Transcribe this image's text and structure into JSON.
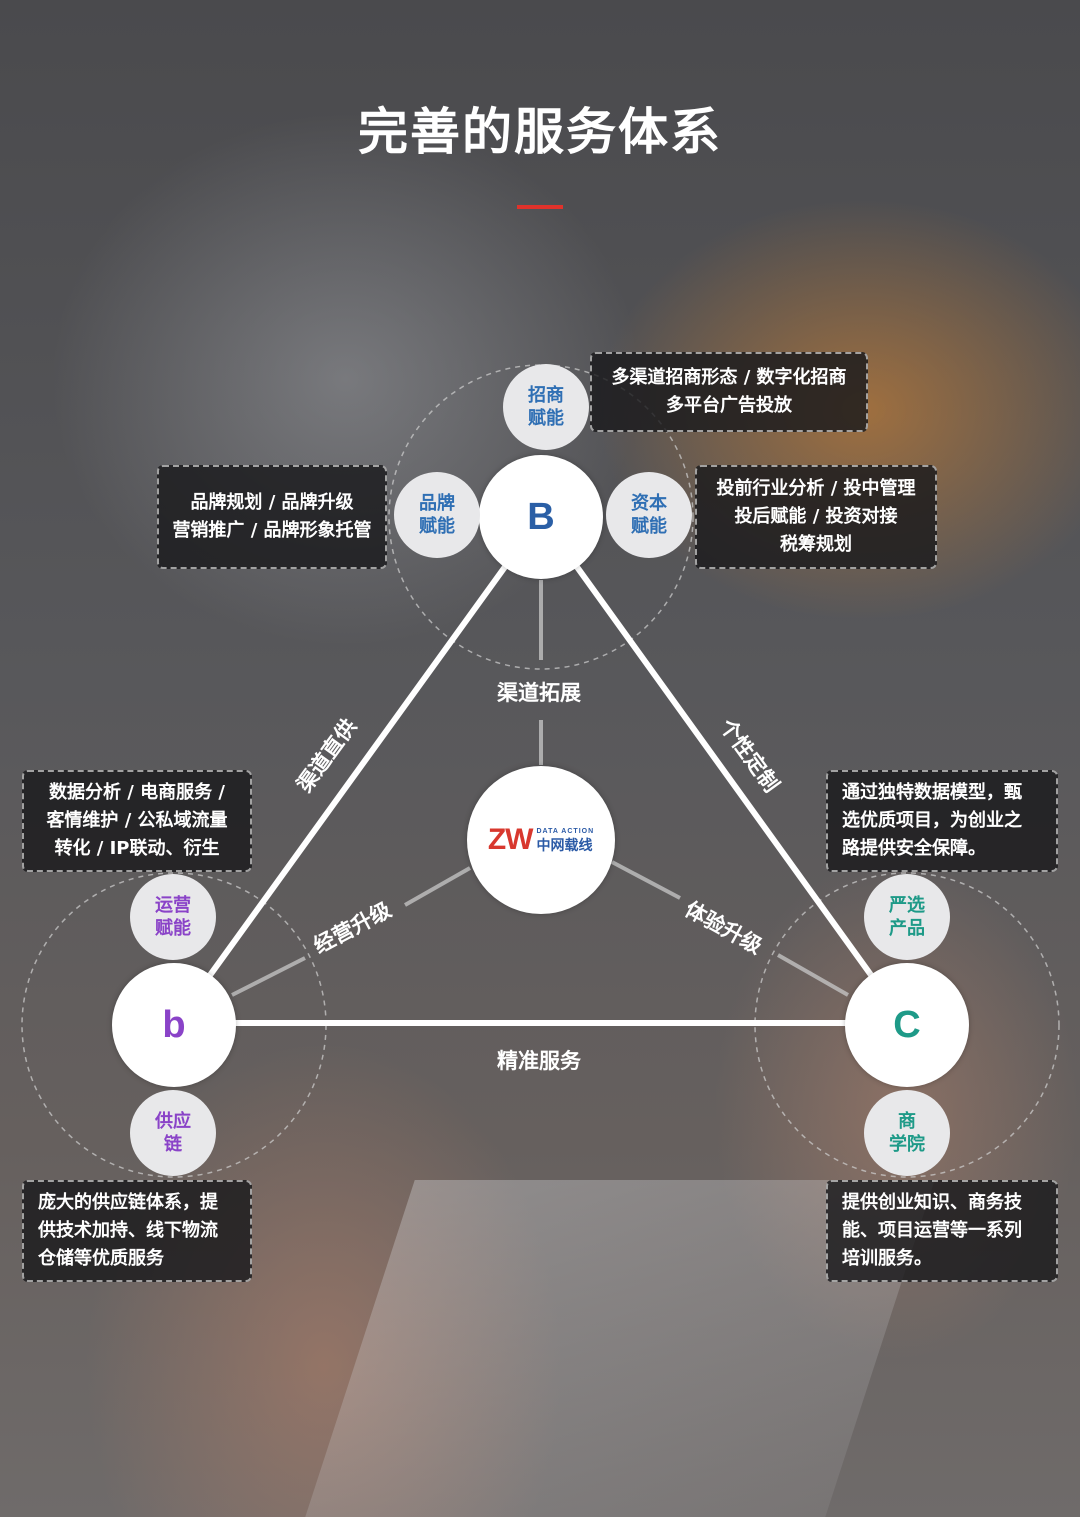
{
  "title": "完善的服务体系",
  "nodes": {
    "top": "B",
    "left": "b",
    "right": "C",
    "center": {
      "logo_mark": "ZW",
      "logo_en": "DATA ACTION",
      "logo_cn": "中网载线"
    }
  },
  "chips": {
    "top": [
      "招商",
      "赋能"
    ],
    "top_left": [
      "品牌",
      "赋能"
    ],
    "top_right": [
      "资本",
      "赋能"
    ],
    "left_top": [
      "运营",
      "赋能"
    ],
    "left_bottom": [
      "供应",
      "链"
    ],
    "right_top": [
      "严选",
      "产品"
    ],
    "right_bottom": [
      "商",
      "学院"
    ]
  },
  "boxes": {
    "merchant": [
      "多渠道招商形态 / 数字化招商",
      "多平台广告投放"
    ],
    "brand": [
      "品牌规划 / 品牌升级",
      "营销推广 / 品牌形象托管"
    ],
    "capital": [
      "投前行业分析 / 投中管理",
      "投后赋能 / 投资对接",
      "税筹规划"
    ],
    "operation": [
      "数据分析 / 电商服务 /",
      "客情维护 / 公私域流量",
      "转化 / IP联动、衍生"
    ],
    "supply": [
      "庞大的供应链体系，提",
      "供技术加持、线下物流",
      "仓储等优质服务"
    ],
    "selection": [
      "通过独特数据模型，甄",
      "选优质项目，为创业之",
      "路提供安全保障。"
    ],
    "academy": [
      "提供创业知识、商务技",
      "能、项目运营等一系列",
      "培训服务。"
    ]
  },
  "edges": {
    "channel_expand": "渠道拓展",
    "channel_direct": "渠道直供",
    "personalized": "个性定制",
    "business_upgrade": "经营升级",
    "experience_upgrade": "体验升级",
    "precise_service": "精准服务"
  },
  "colors": {
    "accent_red": "#e0322b",
    "node_B": "#2a5fa6",
    "node_b": "#8a43c8",
    "node_C": "#1e9a88"
  }
}
